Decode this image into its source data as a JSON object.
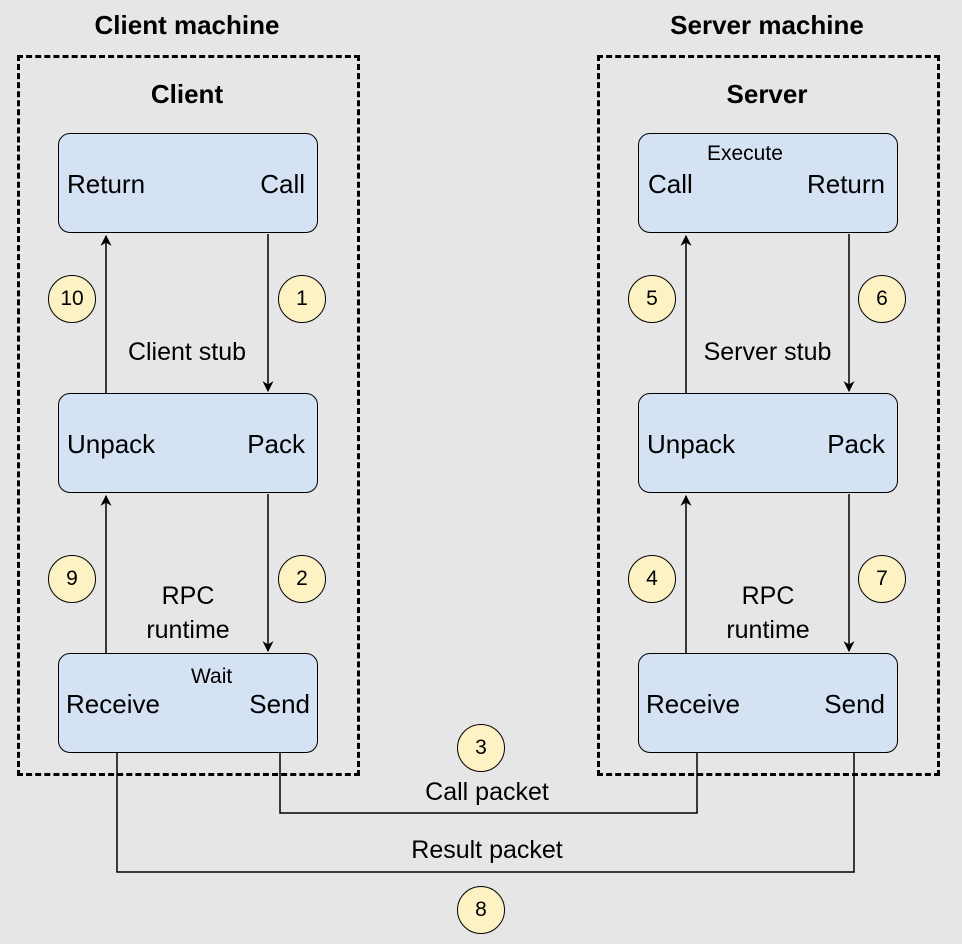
{
  "client_machine": {
    "title": "Client machine",
    "process_title": "Client",
    "app": {
      "left": "Return",
      "right": "Call"
    },
    "stub_label": "Client stub",
    "stub": {
      "left": "Unpack",
      "right": "Pack"
    },
    "runtime_label_line1": "RPC",
    "runtime_label_line2": "runtime",
    "runtime": {
      "left": "Receive",
      "right": "Send",
      "wait_label": "Wait"
    }
  },
  "server_machine": {
    "title": "Server machine",
    "process_title": "Server",
    "app": {
      "left": "Call",
      "right": "Return",
      "execute_label": "Execute"
    },
    "stub_label": "Server stub",
    "stub": {
      "left": "Unpack",
      "right": "Pack"
    },
    "runtime_label_line1": "RPC",
    "runtime_label_line2": "runtime",
    "runtime": {
      "left": "Receive",
      "right": "Send"
    }
  },
  "packets": {
    "call": "Call packet",
    "result": "Result packet"
  },
  "steps": [
    "1",
    "2",
    "3",
    "4",
    "5",
    "6",
    "7",
    "8",
    "9",
    "10"
  ],
  "colors": {
    "background": "#e6e6e6",
    "box_fill": "#d4e2f4",
    "step_fill": "#fdf2c4",
    "line": "#000000"
  }
}
